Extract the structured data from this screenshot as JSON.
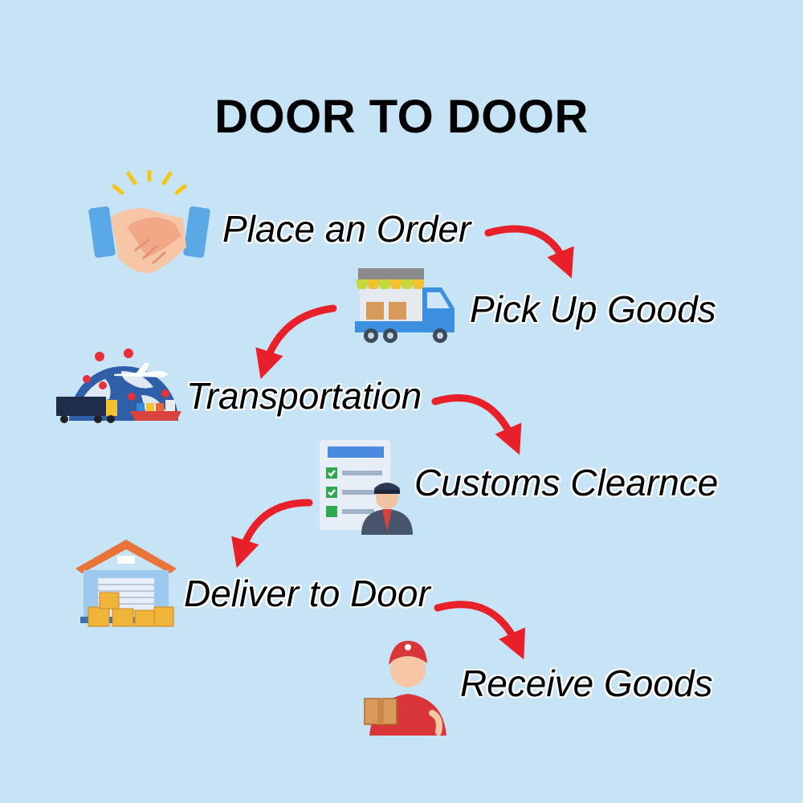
{
  "title": "DOOR TO DOOR",
  "steps": [
    {
      "label": "Place an Order",
      "icon": "handshake-icon"
    },
    {
      "label": "Pick Up Goods",
      "icon": "delivery-truck-icon"
    },
    {
      "label": "Transportation",
      "icon": "global-transport-icon"
    },
    {
      "label": "Customs Clearnce",
      "icon": "customs-officer-icon"
    },
    {
      "label": "Deliver to Door",
      "icon": "warehouse-icon"
    },
    {
      "label": "Receive Goods",
      "icon": "delivery-man-icon"
    }
  ],
  "colors": {
    "background": "#c7e4f7",
    "arrow": "#e8202a"
  }
}
